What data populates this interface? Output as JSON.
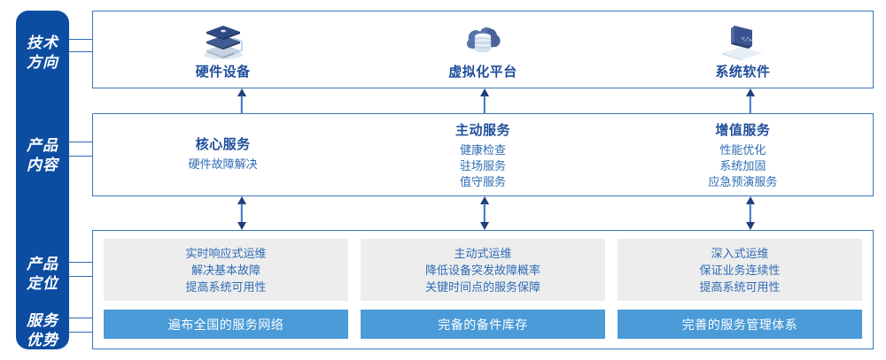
{
  "colors": {
    "sidebar_blue": "#0d4da1",
    "panel_border": "#3a75bd",
    "title_blue": "#1f4e9c",
    "text_blue": "#2f6cb5",
    "bar_blue": "#4a9bd8",
    "gray_box": "#ededed"
  },
  "sidebar": {
    "items": [
      {
        "line1": "技术",
        "line2": "方向"
      },
      {
        "line1": "产品",
        "line2": "内容"
      },
      {
        "line1": "产品",
        "line2": "定位"
      },
      {
        "line1": "服务",
        "line2": "优势"
      }
    ]
  },
  "tech_directions": {
    "columns": [
      {
        "icon": "server-stack-icon",
        "label": "硬件设备"
      },
      {
        "icon": "cloud-database-icon",
        "label": "虚拟化平台"
      },
      {
        "icon": "laptop-code-icon",
        "label": "系统软件"
      }
    ]
  },
  "product_content": {
    "columns": [
      {
        "title": "核心服务",
        "lines": [
          "硬件故障解决"
        ]
      },
      {
        "title": "主动服务",
        "lines": [
          "健康检查",
          "驻场服务",
          "值守服务"
        ]
      },
      {
        "title": "增值服务",
        "lines": [
          "性能优化",
          "系统加固",
          "应急预演服务"
        ]
      }
    ]
  },
  "product_positioning": {
    "columns": [
      {
        "lines": [
          "实时响应式运维",
          "解决基本故障",
          "提高系统可用性"
        ]
      },
      {
        "lines": [
          "主动式运维",
          "降低设备突发故障概率",
          "关键时间点的服务保障"
        ]
      },
      {
        "lines": [
          "深入式运维",
          "保证业务连续性",
          "提高系统可用性"
        ]
      }
    ]
  },
  "service_advantages": {
    "bars": [
      "遍布全国的服务网络",
      "完备的备件库存",
      "完善的服务管理体系"
    ]
  },
  "connectors": {
    "up_arrows": 3,
    "bidirectional_arrows": 3
  }
}
